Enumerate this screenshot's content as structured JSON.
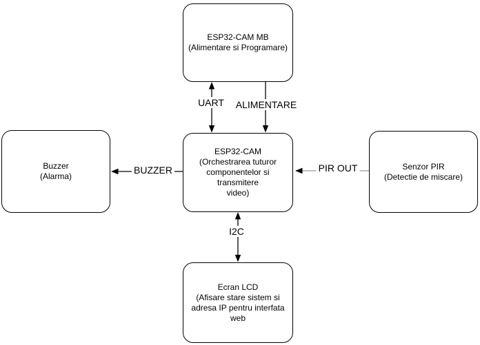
{
  "diagram": {
    "colors": {
      "background": "#ffffff",
      "box_border": "#000000",
      "line": "#000000",
      "pir_line": "#999999",
      "text": "#000000"
    },
    "nodes": {
      "esp32_cam_mb": {
        "lines": [
          "ESP32-CAM MB",
          "(Alimentare si Programare)"
        ]
      },
      "esp32_cam": {
        "lines": [
          "ESP32-CAM",
          "(Orchestrarea tuturor",
          "componentelor si transmitere",
          "video)"
        ]
      },
      "buzzer": {
        "lines": [
          "Buzzer",
          "(Alarma)"
        ]
      },
      "senzor_pir": {
        "lines": [
          "Senzor PIR",
          "(Detectie de miscare)"
        ]
      },
      "ecran_lcd": {
        "lines": [
          "Ecran LCD",
          "(Afisare stare sistem si",
          "adresa IP pentru interfata",
          "web"
        ]
      }
    },
    "connectors": {
      "uart": {
        "label": "UART",
        "direction": "bidirectional"
      },
      "alimentare": {
        "label": "ALIMENTARE",
        "direction": "down"
      },
      "buzzer": {
        "label": "BUZZER",
        "direction": "left"
      },
      "pir_out": {
        "label": "PIR OUT",
        "direction": "left"
      },
      "i2c": {
        "label": "I2C",
        "direction": "bidirectional"
      }
    }
  }
}
